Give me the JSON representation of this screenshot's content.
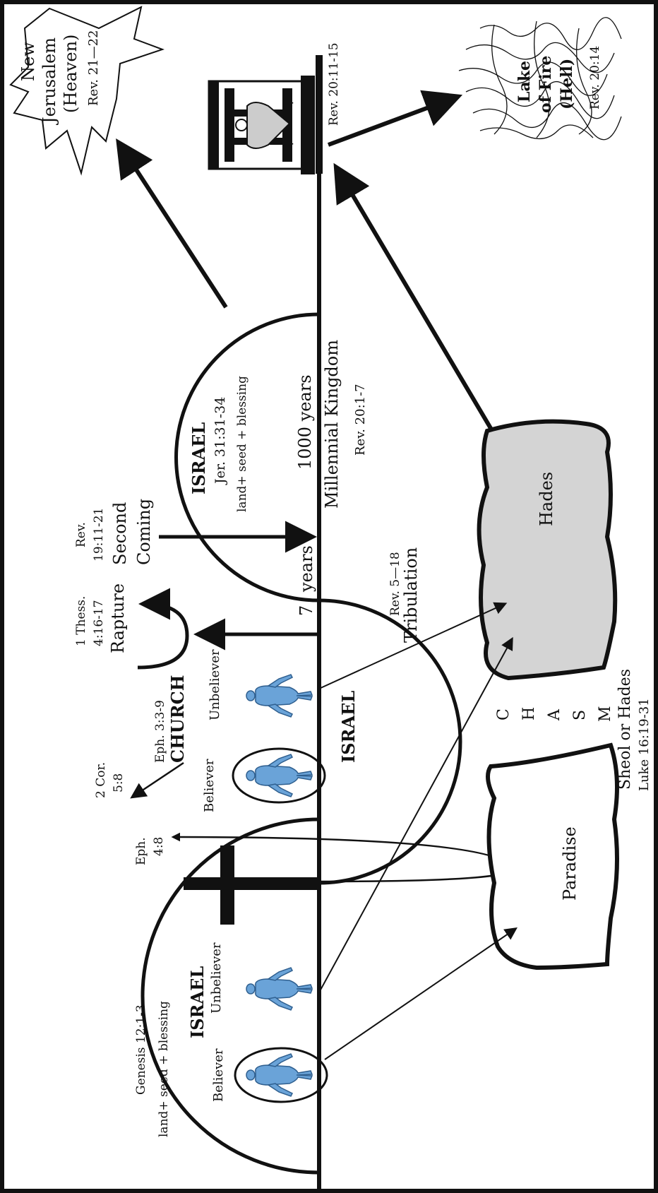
{
  "colors": {
    "ink": "#111111",
    "figure_fill": "#6aa3d8",
    "figure_stroke": "#2f5f8f",
    "hades_fill": "#d4d4d4",
    "background": "#ffffff"
  },
  "labels": {
    "new_jerusalem": "New",
    "new_jerusalem_2": "Jerusalem",
    "heaven": "(Heaven)",
    "heaven_ref": "Rev. 21—22",
    "judgment_ref": "Rev. 20:11-15",
    "lake_1": "Lake",
    "lake_2": "of Fire",
    "lake_3": "(Hell)",
    "lake_ref": "Rev. 20:14",
    "israel_future": "ISRAEL",
    "jer_ref": "Jer. 31:31-34",
    "land_seed_future": "land+ seed + blessing",
    "thousand_years": "1000 years",
    "millennial": "Millennial Kingdom",
    "millennial_ref": "Rev. 20:1-7",
    "rev_19": "Rev.",
    "rev_19_ref": "19:11-21",
    "second": "Second",
    "coming": "Coming",
    "seven": "7",
    "years": "years",
    "tribulation": "Tribulation",
    "tribulation_ref": "Rev. 5—18",
    "thess": "1 Thess.",
    "thess_ref": "4:16-17",
    "rapture": "Rapture",
    "unbeliever_church": "Unbeliever",
    "eph_339": "Eph. 3:3-9",
    "church": "CHURCH",
    "believer_church": "Believer",
    "cor": "2 Cor.",
    "cor_ref": "5:8",
    "israel_middle": "ISRAEL",
    "eph_48": "Eph.",
    "eph_48_ref": "4:8",
    "israel_past": "ISRAEL",
    "unbeliever_past": "Unbeliever",
    "believer_past": "Believer",
    "genesis": "Genesis 12:1-3",
    "land_seed_past": "land+ seed + blessing",
    "hades": "Hades",
    "paradise": "Paradise",
    "chasm": [
      "C",
      "H",
      "A",
      "S",
      "M"
    ],
    "sheol": "Sheol or Hades",
    "luke_ref": "Luke 16:19-31"
  }
}
